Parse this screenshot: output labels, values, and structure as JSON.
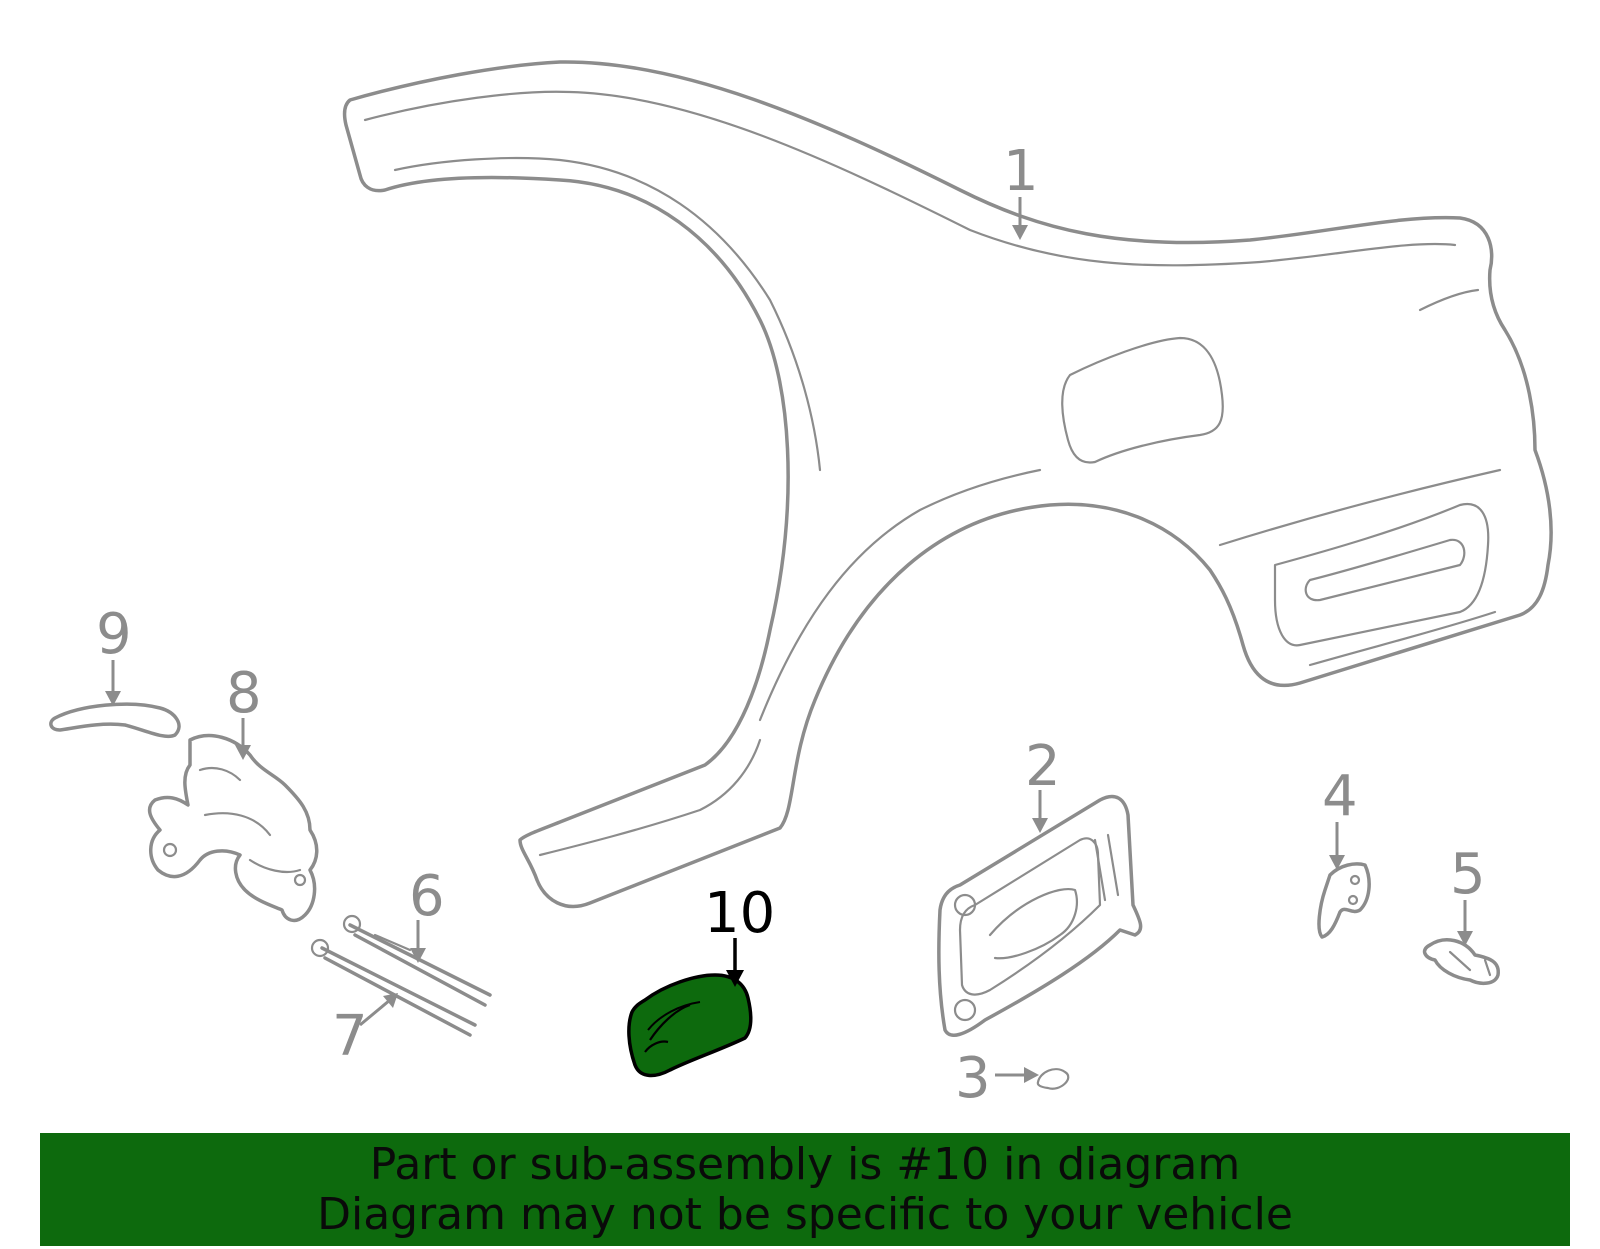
{
  "diagram": {
    "callouts": [
      {
        "id": "1",
        "label": "1",
        "highlighted": false
      },
      {
        "id": "2",
        "label": "2",
        "highlighted": false
      },
      {
        "id": "3",
        "label": "3",
        "highlighted": false
      },
      {
        "id": "4",
        "label": "4",
        "highlighted": false
      },
      {
        "id": "5",
        "label": "5",
        "highlighted": false
      },
      {
        "id": "6",
        "label": "6",
        "highlighted": false
      },
      {
        "id": "7",
        "label": "7",
        "highlighted": false
      },
      {
        "id": "8",
        "label": "8",
        "highlighted": false
      },
      {
        "id": "9",
        "label": "9",
        "highlighted": false
      },
      {
        "id": "10",
        "label": "10",
        "highlighted": true
      }
    ],
    "colors": {
      "line_art": "#8c8c8c",
      "highlight_fill": "#0d6a0d",
      "highlight_outline": "#000000",
      "banner": "#0d6a0d"
    }
  },
  "banner": {
    "line1": "Part or sub-assembly is #10 in diagram",
    "line2": "Diagram may not be specific to your vehicle"
  }
}
